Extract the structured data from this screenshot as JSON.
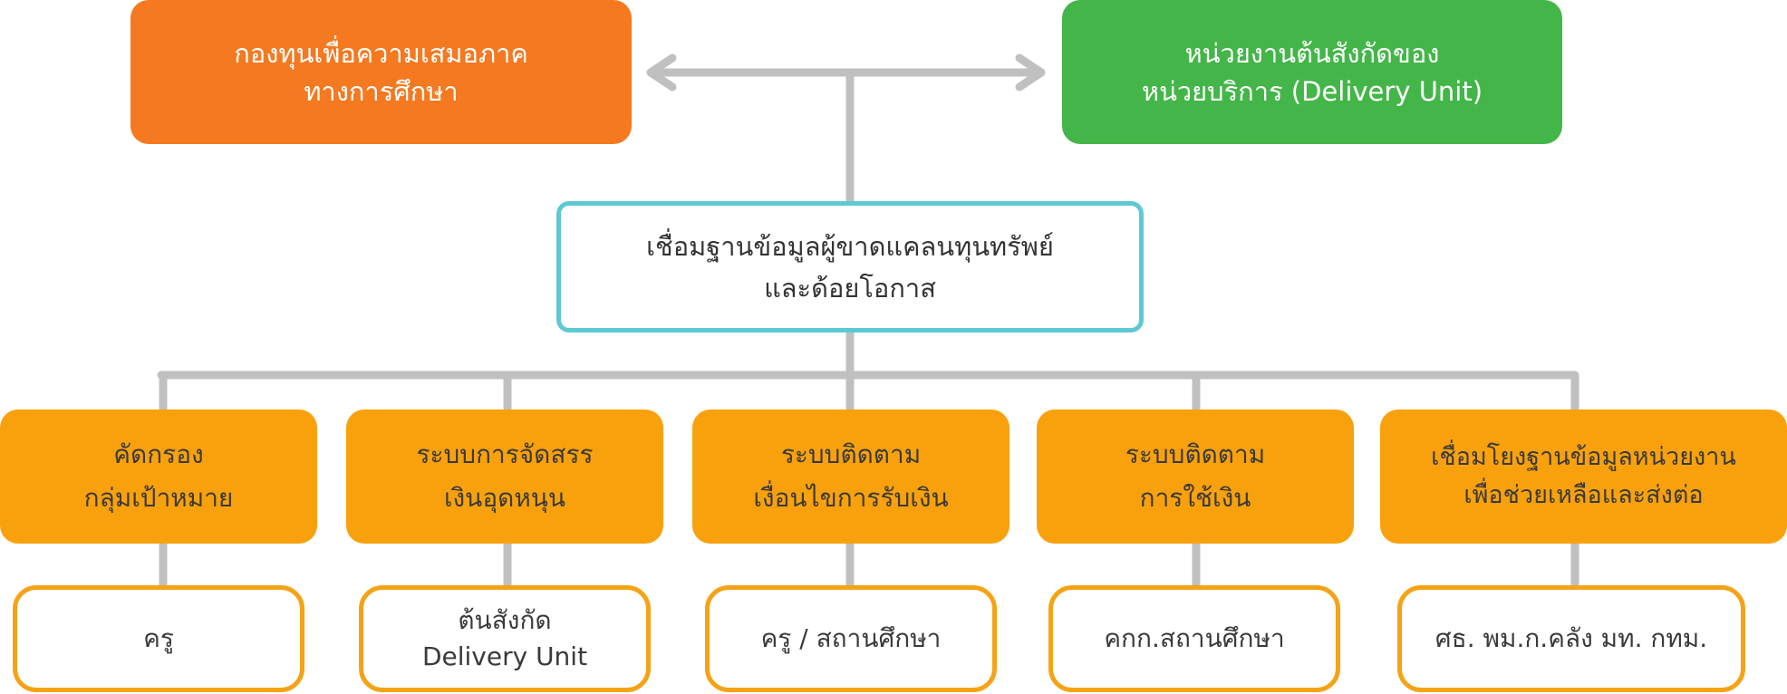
{
  "colors": {
    "orange_dark": "#f47920",
    "green": "#44b649",
    "cyan_border": "#5dc9d3",
    "amber": "#f9a10c",
    "amber_border": "#f5a316",
    "connector_gray": "#c0c0c0"
  },
  "top_left": {
    "line1": "กองทุนเพื่อความเสมอภาค",
    "line2": "ทางการศึกษา"
  },
  "top_right": {
    "line1": "หน่วยงานต้นสังกัดของ",
    "line2": "หน่วยบริการ (Delivery Unit)"
  },
  "center": {
    "line1": "เชื่อมฐานข้อมูลผู้ขาดแคลนทุนทรัพย์",
    "line2": "และด้อยโอกาส"
  },
  "systems": [
    {
      "line1": "คัดกรอง",
      "line2": "กลุ่มเป้าหมาย"
    },
    {
      "line1": "ระบบการจัดสรร",
      "line2": "เงินอุดหนุน"
    },
    {
      "line1": "ระบบติดตาม",
      "line2": "เงื่อนไขการรับเงิน"
    },
    {
      "line1": "ระบบติดตาม",
      "line2": "การใช้เงิน"
    },
    {
      "line1": "เชื่อมโยงฐานข้อมูลหน่วยงาน",
      "line2": "เพื่อช่วยเหลือและส่งต่อ"
    }
  ],
  "actors": [
    {
      "line1": "ครู",
      "line2": ""
    },
    {
      "line1": "ต้นสังกัด",
      "line2": "Delivery Unit"
    },
    {
      "line1": "ครู / สถานศึกษา",
      "line2": ""
    },
    {
      "line1": "คกก.สถานศึกษา",
      "line2": ""
    },
    {
      "line1": "ศธ. พม.ก.คลัง มท. กทม.",
      "line2": ""
    }
  ]
}
